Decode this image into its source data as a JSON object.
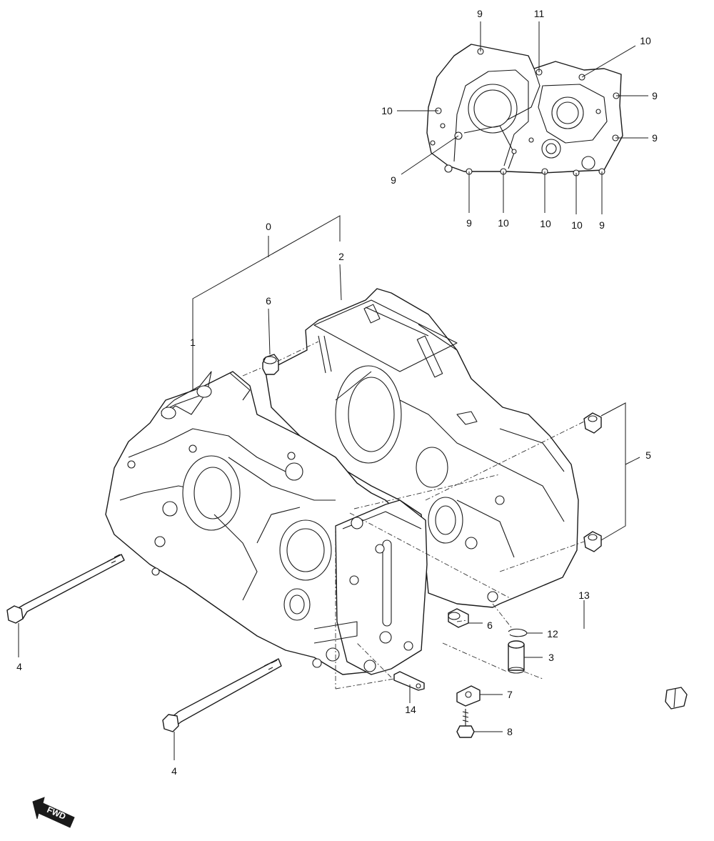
{
  "diagram": {
    "callouts": {
      "c0": "0",
      "c1": "1",
      "c2": "2",
      "c3": "3",
      "c4a": "4",
      "c4b": "4",
      "c5": "5",
      "c6a": "6",
      "c6b": "6",
      "c7": "7",
      "c8": "8",
      "c12": "12",
      "c13": "13",
      "c14": "14"
    },
    "inset_callouts": {
      "i9top": "9",
      "i11": "11",
      "i10top": "10",
      "i9r1": "9",
      "i9r2": "9",
      "i10left": "10",
      "i9left": "9",
      "i9b1": "9",
      "i10b1": "10",
      "i10b2": "10",
      "i10b3": "10",
      "i9b2": "9"
    },
    "fwd_label": "FWD"
  }
}
